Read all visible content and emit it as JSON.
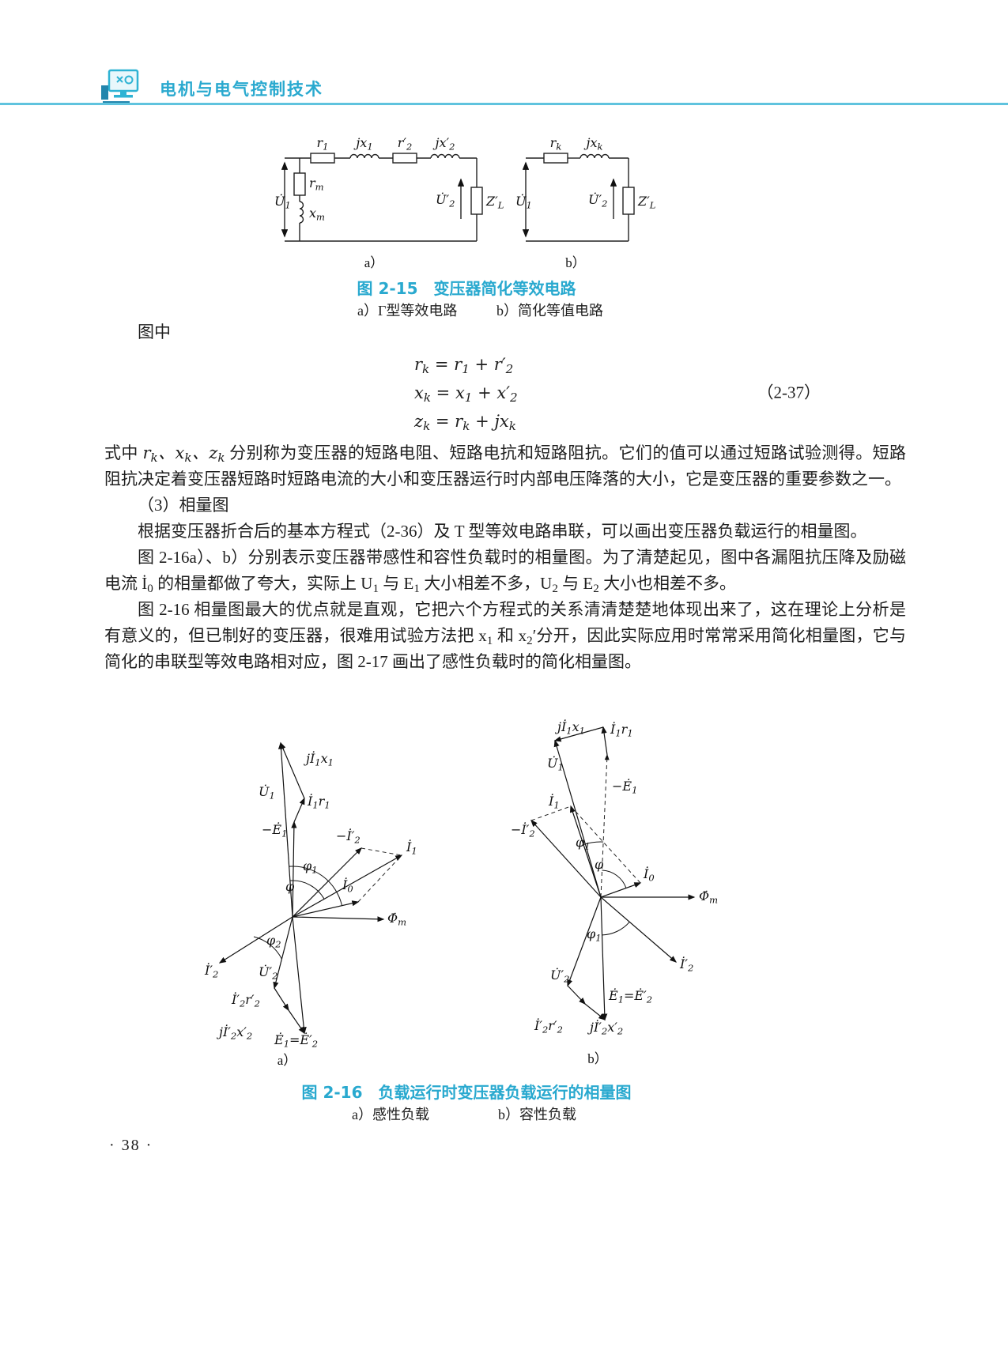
{
  "colors": {
    "accent": "#29a9cf",
    "rule": "#5fc3de"
  },
  "header": {
    "title": "电机与电气控制技术"
  },
  "fig2_15": {
    "caption": "图 2-15　变压器简化等效电路",
    "sub_a": "a）Γ型等效电路",
    "sub_b": "b）简化等值电路",
    "circuit_a": {
      "label": "a）",
      "r1": "r_{1}",
      "jx1": "jx_{1}",
      "r2p": "r′_{2}",
      "jx2p": "jx′_{2}",
      "rm": "r_{m}",
      "xm": "x_{m}",
      "u1": "U̇_{1}",
      "u2p": "U̇′_{2}",
      "zl": "Z′_{L}"
    },
    "circuit_b": {
      "label": "b）",
      "rk": "r_{k}",
      "jxk": "jx_{k}",
      "u1": "U̇_{1}",
      "u2p": "U̇′_{2}",
      "zl": "Z′_{L}"
    }
  },
  "body": {
    "lead": "图中",
    "eq1": "r_{k} = r_{1} + r′_{2}",
    "eq2": "x_{k} = x_{1} + x′_{2}",
    "eq3": "z_{k} = r_{k} + jx_{k}",
    "eq_no": "（2-37）",
    "p1_pre": "式中 ",
    "p1_vars": "r_{k}、x_{k}、z_{k}",
    "p1_rest": " 分别称为变压器的短路电阻、短路电抗和短路阻抗。它们的值可以通过短路试验测得。短路阻抗决定着变压器短路时短路电流的大小和变压器运行时内部电压降落的大小，它是变压器的重要参数之一。",
    "h3": "（3）相量图",
    "p2": "根据变压器折合后的基本方程式（2-36）及 T 型等效电路串联，可以画出变压器负载运行的相量图。",
    "p3": "图 2-16a）、b）分别表示变压器带感性和容性负载时的相量图。为了清楚起见，图中各漏阻抗压降及励磁电流 İ_{0} 的相量都做了夸大，实际上 U_{1} 与 E_{1} 大小相差不多，U_{2} 与 E_{2} 大小也相差不多。",
    "p4": "图 2-16 相量图最大的优点就是直观，它把六个方程式的关系清清楚楚地体现出来了，这在理论上分析是有意义的，但已制好的变压器，很难用试验方法把 x_{1} 和 x_{2}′分开，因此实际应用时常常采用简化相量图，它与简化的串联型等效电路相对应，图 2-17 画出了感性负载时的简化相量图。"
  },
  "fig2_16": {
    "caption": "图 2-16　负载运行时变压器负载运行的相量图",
    "sub_a": "a）感性负载",
    "sub_b": "b）容性负载",
    "diagram_a": {
      "label": "a）",
      "ji1x1": "jİ_{1}x_{1}",
      "u1": "U̇_{1}",
      "i1r1": "İ_{1}r_{1}",
      "neg_e1": "−Ė_{1}",
      "neg_i2p": "−İ′_{2}",
      "i1": "İ_{1}",
      "phi1": "φ_{1}",
      "phi": "φ",
      "i0": "İ_{0}",
      "phim": "Φ̇_{m}",
      "phi2": "φ_{2}",
      "i2p": "İ′_{2}",
      "u2p": "U̇′_{2}",
      "i2pr2p": "İ′_{2}r′_{2}",
      "ji2px2p": "jİ′_{2}x′_{2}",
      "e1e2p": "Ė_{1}=Ė′_{2}"
    },
    "diagram_b": {
      "label": "b）",
      "ji1x1": "jİ_{1}x_{1}",
      "i1r1": "İ_{1}r_{1}",
      "u1": "U̇_{1}",
      "neg_e1": "−Ė_{1}",
      "i1": "İ_{1}",
      "neg_i2p": "−İ′_{2}",
      "phi1": "φ_{1}",
      "phi": "φ",
      "i0": "İ_{0}",
      "phim": "Φ̇_{m}",
      "phi1_lower": "φ_{1}",
      "i2p": "İ′_{2}",
      "u2p": "U̇′_{2}",
      "e1e2p": "Ė_{1}=Ė′_{2}",
      "i2pr2p": "İ′_{2}r′_{2}",
      "ji2px2p": "jİ′_{2}x′_{2}"
    }
  },
  "footer": {
    "page_number": "· 38 ·"
  }
}
